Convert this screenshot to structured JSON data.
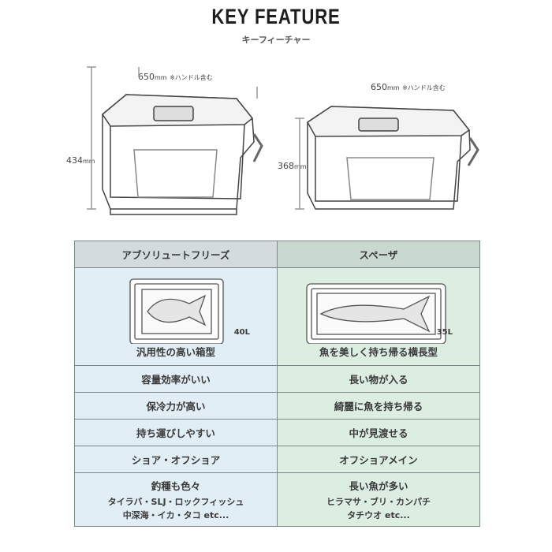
{
  "header": {
    "title": "KEY FEATURE",
    "subtitle": "キーフィーチャー"
  },
  "coolers": [
    {
      "width": "650",
      "width_unit": "mm",
      "width_note": "※ハンドル含む",
      "height": "434",
      "height_unit": "mm"
    },
    {
      "width": "650",
      "width_unit": "mm",
      "width_note": "※ハンドル含む",
      "height": "368",
      "height_unit": "mm"
    }
  ],
  "table": {
    "columns": [
      "アブソリュートフリーズ",
      "スペーザ"
    ],
    "volumes": [
      "40L",
      "35L"
    ],
    "rows": [
      [
        "汎用性の高い箱型",
        "魚を美しく持ち帰る横長型"
      ],
      [
        "容量効率がいい",
        "長い物が入る"
      ],
      [
        "保冷力が高い",
        "綺麗に魚を持ち帰る"
      ],
      [
        "持ち運びしやすい",
        "中が見渡せる"
      ],
      [
        "ショア・オフショア",
        "オフショアメイン"
      ]
    ],
    "last_row": {
      "left": {
        "title": "釣種も色々",
        "line1": "タイラバ・SLJ・ロックフィッシュ",
        "line2": "中深海・イカ・タコ etc..."
      },
      "right": {
        "title": "長い魚が多い",
        "line1": "ヒラマサ・ブリ・カンパチ",
        "line2": "タチウオ etc..."
      }
    }
  }
}
